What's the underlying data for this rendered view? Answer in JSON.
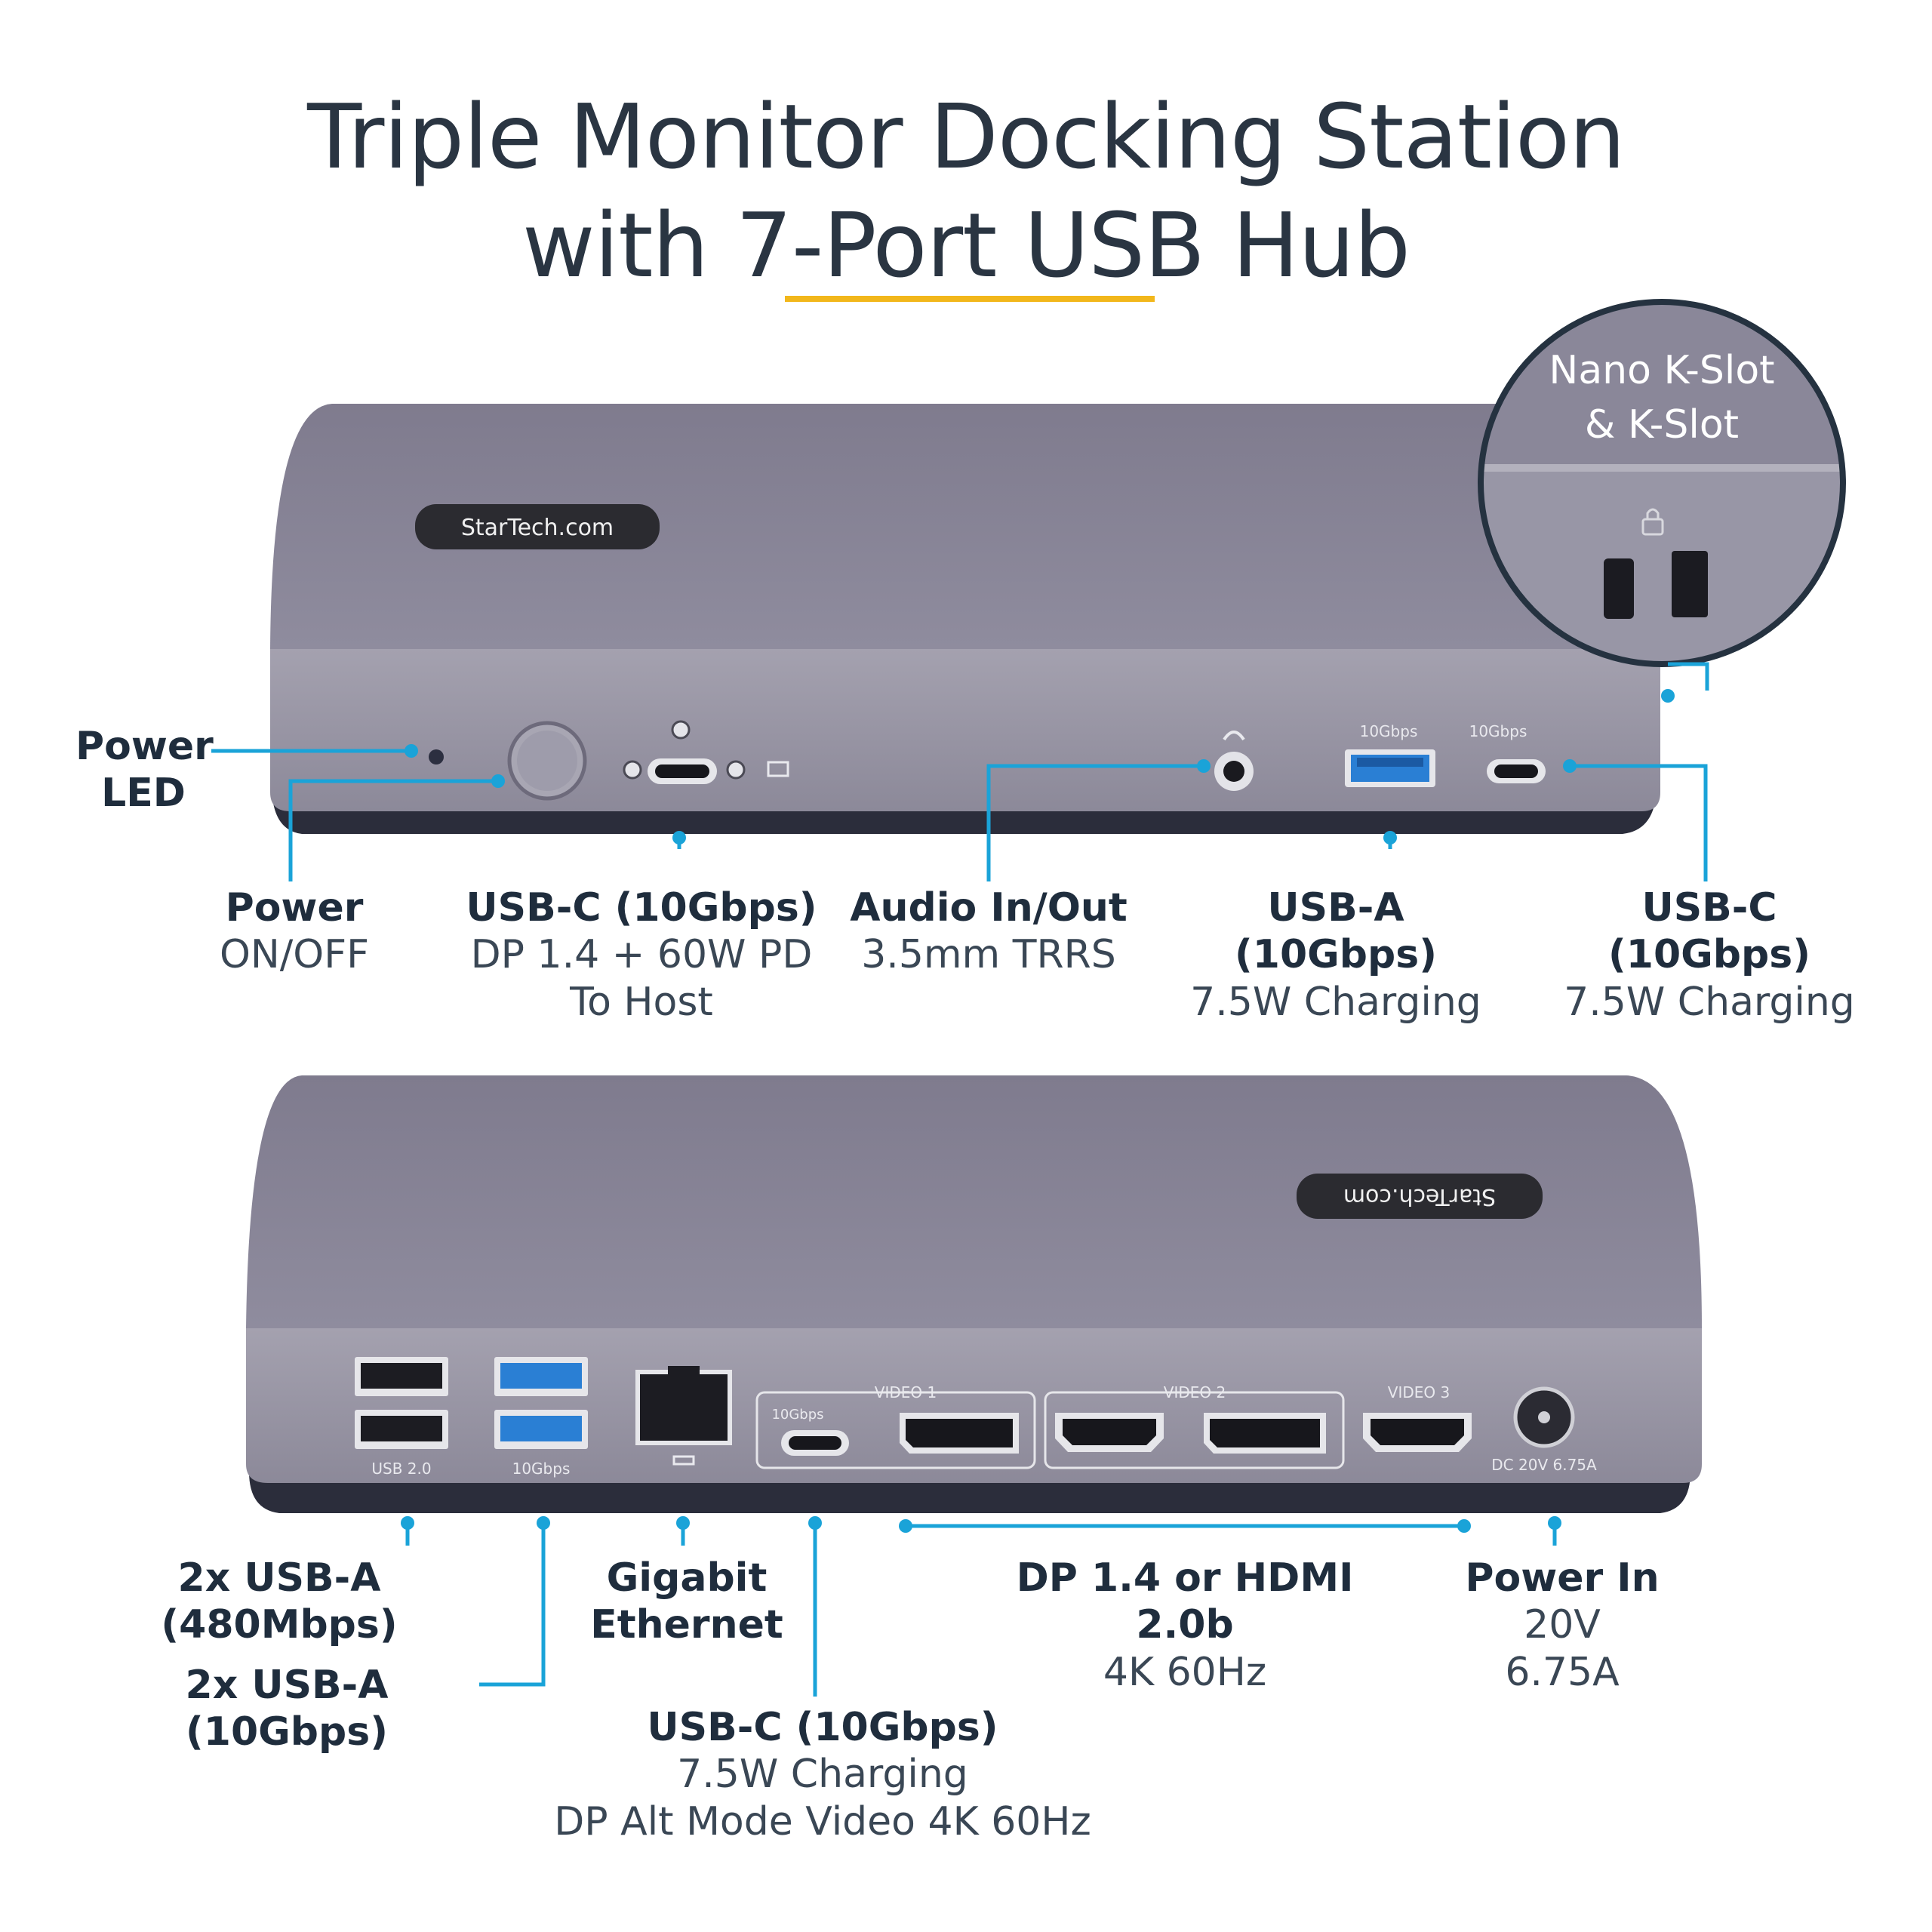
{
  "title": {
    "line1": "Triple Monitor Docking Station",
    "line2": "with 7-Port USB Hub"
  },
  "colors": {
    "accent_yellow": "#f2b71b",
    "callout_blue": "#1aa3d8",
    "device_top": "#8e8a9b",
    "device_body": "#9a97a6",
    "port_blue": "#2a7fd4"
  },
  "inset": {
    "line1": "Nano K-Slot",
    "line2": "& K-Slot",
    "icon": "lock-icon"
  },
  "front": {
    "logo": "StarTech.com",
    "port_marks": {
      "usba": "10Gbps",
      "usbc": "10Gbps"
    },
    "labels": {
      "power_led": {
        "l1": "Power",
        "l2": "LED"
      },
      "power": {
        "bold": "Power",
        "sub": "ON/OFF"
      },
      "usbc_host": {
        "bold": "USB-C (10Gbps)",
        "sub1": "DP 1.4 + 60W PD",
        "sub2": "To Host"
      },
      "audio": {
        "bold": "Audio In/Out",
        "sub": "3.5mm TRRS"
      },
      "usba": {
        "bold": "USB-A (10Gbps)",
        "sub": "7.5W Charging"
      },
      "usbc": {
        "bold": "USB-C (10Gbps)",
        "sub": "7.5W Charging"
      }
    }
  },
  "rear": {
    "logo": "StarTech.com",
    "port_marks": {
      "usb2": "USB 2.0",
      "usb10": "10Gbps",
      "usbc": "10Gbps",
      "video1": "VIDEO 1",
      "video2": "VIDEO 2",
      "video3": "VIDEO 3",
      "dc": "DC 20V 6.75A"
    },
    "labels": {
      "usb480": {
        "bold": "2x USB-A (480Mbps)"
      },
      "usb10": {
        "bold": "2x USB-A (10Gbps)"
      },
      "ethernet": {
        "l1": "Gigabit",
        "l2": "Ethernet"
      },
      "usbc": {
        "bold": "USB-C (10Gbps)",
        "sub1": "7.5W Charging",
        "sub2": "DP Alt Mode Video 4K 60Hz"
      },
      "video": {
        "bold": "DP 1.4 or HDMI 2.0b",
        "sub": "4K 60Hz"
      },
      "power_in": {
        "bold": "Power In",
        "sub": "20V 6.75A"
      }
    }
  }
}
